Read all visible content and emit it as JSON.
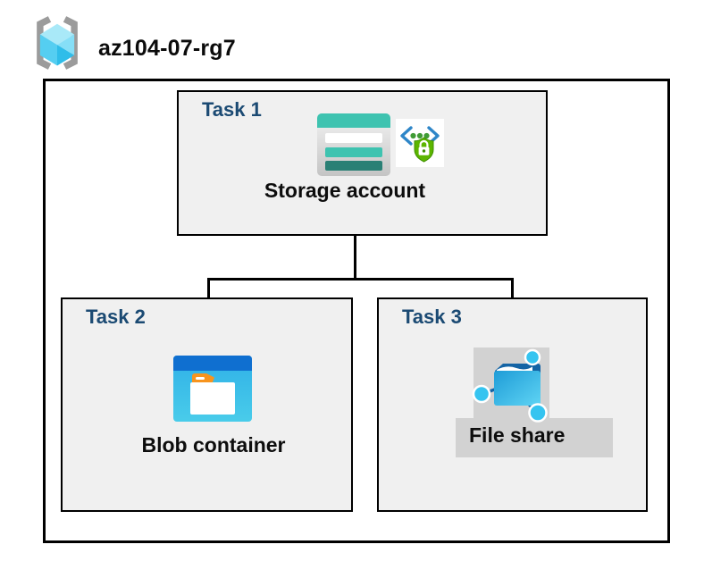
{
  "header": {
    "title": "az104-07-rg7",
    "icon": "resource-group-icon"
  },
  "resource_group": {
    "tasks": [
      {
        "label": "Task 1",
        "resource": "Storage account",
        "icons": [
          "storage-account-icon",
          "secure-endpoint-icon"
        ]
      },
      {
        "label": "Task 2",
        "resource": "Blob container",
        "icons": [
          "blob-container-icon"
        ]
      },
      {
        "label": "Task 3",
        "resource": "File share",
        "icons": [
          "file-share-icon"
        ]
      }
    ],
    "connections": [
      {
        "from": "Storage account",
        "to": "Blob container"
      },
      {
        "from": "Storage account",
        "to": "File share"
      }
    ]
  },
  "colors": {
    "task_label_navy": "#1B4A73",
    "task_box_fill": "#F0F0F0",
    "border_black": "#000000",
    "storage_teal": "#3EC3B0",
    "storage_teal_dark": "#2A8075",
    "blob_top_blue": "#0F6FD0",
    "blob_cyan": "#35B9E9",
    "blob_tab_orange": "#F7941E",
    "file_share_navy": "#1464A5",
    "file_share_cyan": "#35C4F0",
    "shield_green": "#5CB500",
    "code_bracket_blue": "#2E86C8",
    "dot_green": "#3F9B35",
    "bracket_gray": "#9B9B9B",
    "highlight_gray": "#D2D2D2"
  }
}
